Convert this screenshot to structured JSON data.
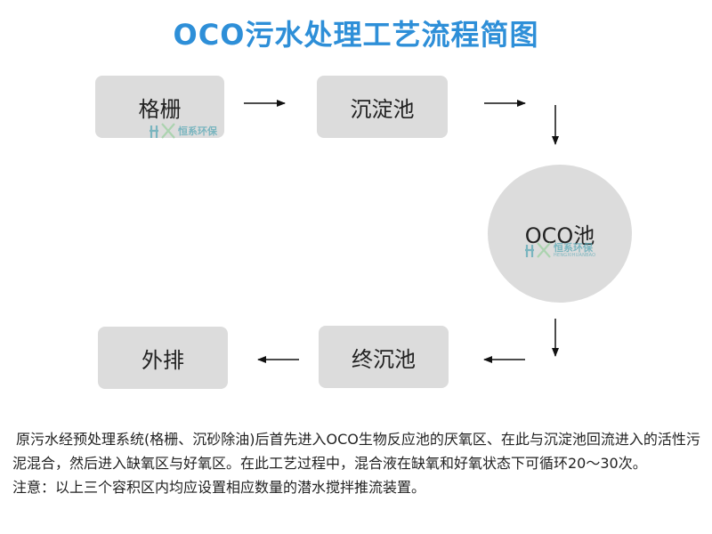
{
  "title": "OCO污水处理工艺流程简图",
  "colors": {
    "title": "#2e8fd8",
    "node_fill": "#dcdcdc",
    "arrow": "#111111",
    "watermark": "#5aa9b6"
  },
  "nodes": {
    "grille": "格栅",
    "sedimentation": "沉淀池",
    "oco": "OCO池",
    "final_sedimentation": "终沉池",
    "discharge": "外排"
  },
  "watermark": {
    "name": "恒系环保",
    "pinyin": "HENGXIHUANBAO",
    "icon": "hx-logo-icon"
  },
  "description": {
    "paragraph": "原污水经预处理系统(格栅、沉砂除油)后首先进入OCO生物反应池的厌氧区、在此与沉淀池回流进入的活性污泥混合，然后进入缺氧区与好氧区。在此工艺过程中，混合液在缺氧和好氧状态下可循环20～30次。",
    "note": "注意：以上三个容积区内均应设置相应数量的潜水搅拌推流装置。"
  }
}
